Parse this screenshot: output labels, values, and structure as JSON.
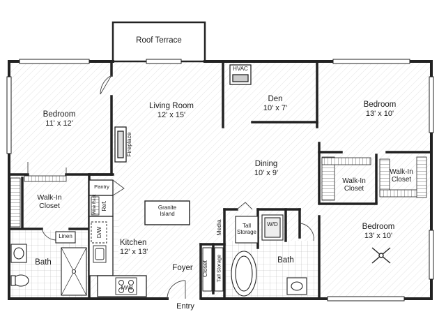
{
  "rooms": {
    "roof_terrace": {
      "name": "Roof Terrace"
    },
    "living_room": {
      "name": "Living Room",
      "dims": "12' x 15'"
    },
    "den": {
      "name": "Den",
      "dims": "10' x 7'"
    },
    "bedroom_left": {
      "name": "Bedroom",
      "dims": "11' x 12'"
    },
    "bedroom_top_right": {
      "name": "Bedroom",
      "dims": "13' x 10'"
    },
    "bedroom_bottom_right": {
      "name": "Bedroom",
      "dims": "13' x 10'"
    },
    "dining": {
      "name": "Dining",
      "dims": "10' x 9'"
    },
    "kitchen": {
      "name": "Kitchen",
      "dims": "12' x 13'"
    },
    "walk_in_closet_left": {
      "name": "Walk-In\nCloset"
    },
    "walk_in_closet_right_a": {
      "name": "Walk-In\nCloset"
    },
    "walk_in_closet_right_b": {
      "name": "Walk-In\nCloset"
    },
    "bath_left": {
      "name": "Bath"
    },
    "bath_right": {
      "name": "Bath"
    },
    "foyer": {
      "name": "Foyer"
    },
    "entry": {
      "name": "Entry"
    }
  },
  "fixtures": {
    "hvac": "HVAC",
    "fireplace": "Fireplace",
    "pantry": "Pantry",
    "wine_rack": "Wine Rack",
    "refrigerator": "Ref.",
    "dishwasher": "D/W",
    "granite_island": "Granite\nIsland",
    "microwave": "M/W",
    "linen": "Linen",
    "media": "Media",
    "tall_storage_top": "Tall\nStorage",
    "tall_storage_side": "Tall Storage",
    "closet": "Closet",
    "washer_dryer": "W/D"
  }
}
